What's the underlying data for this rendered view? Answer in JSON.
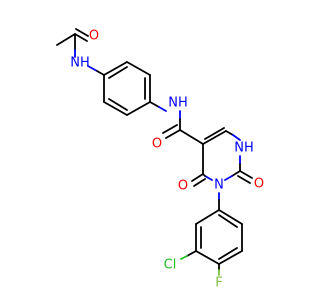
{
  "molecule": {
    "colors": {
      "carbon": "#000000",
      "oxygen": "#ff0000",
      "nitrogen": "#0000ff",
      "chlorine": "#1fbf1f",
      "fluorine": "#7fbf3f",
      "background": "#ffffff"
    },
    "atom_labels": {
      "acetyl_o": "O",
      "acetamide_nh": "NH",
      "amide_nh": "NH",
      "amide_o": "O",
      "ring_nh": "NH",
      "ring_n3": "N",
      "c4_o": "O",
      "c2_o": "O",
      "cl": "Cl",
      "f": "F"
    }
  }
}
